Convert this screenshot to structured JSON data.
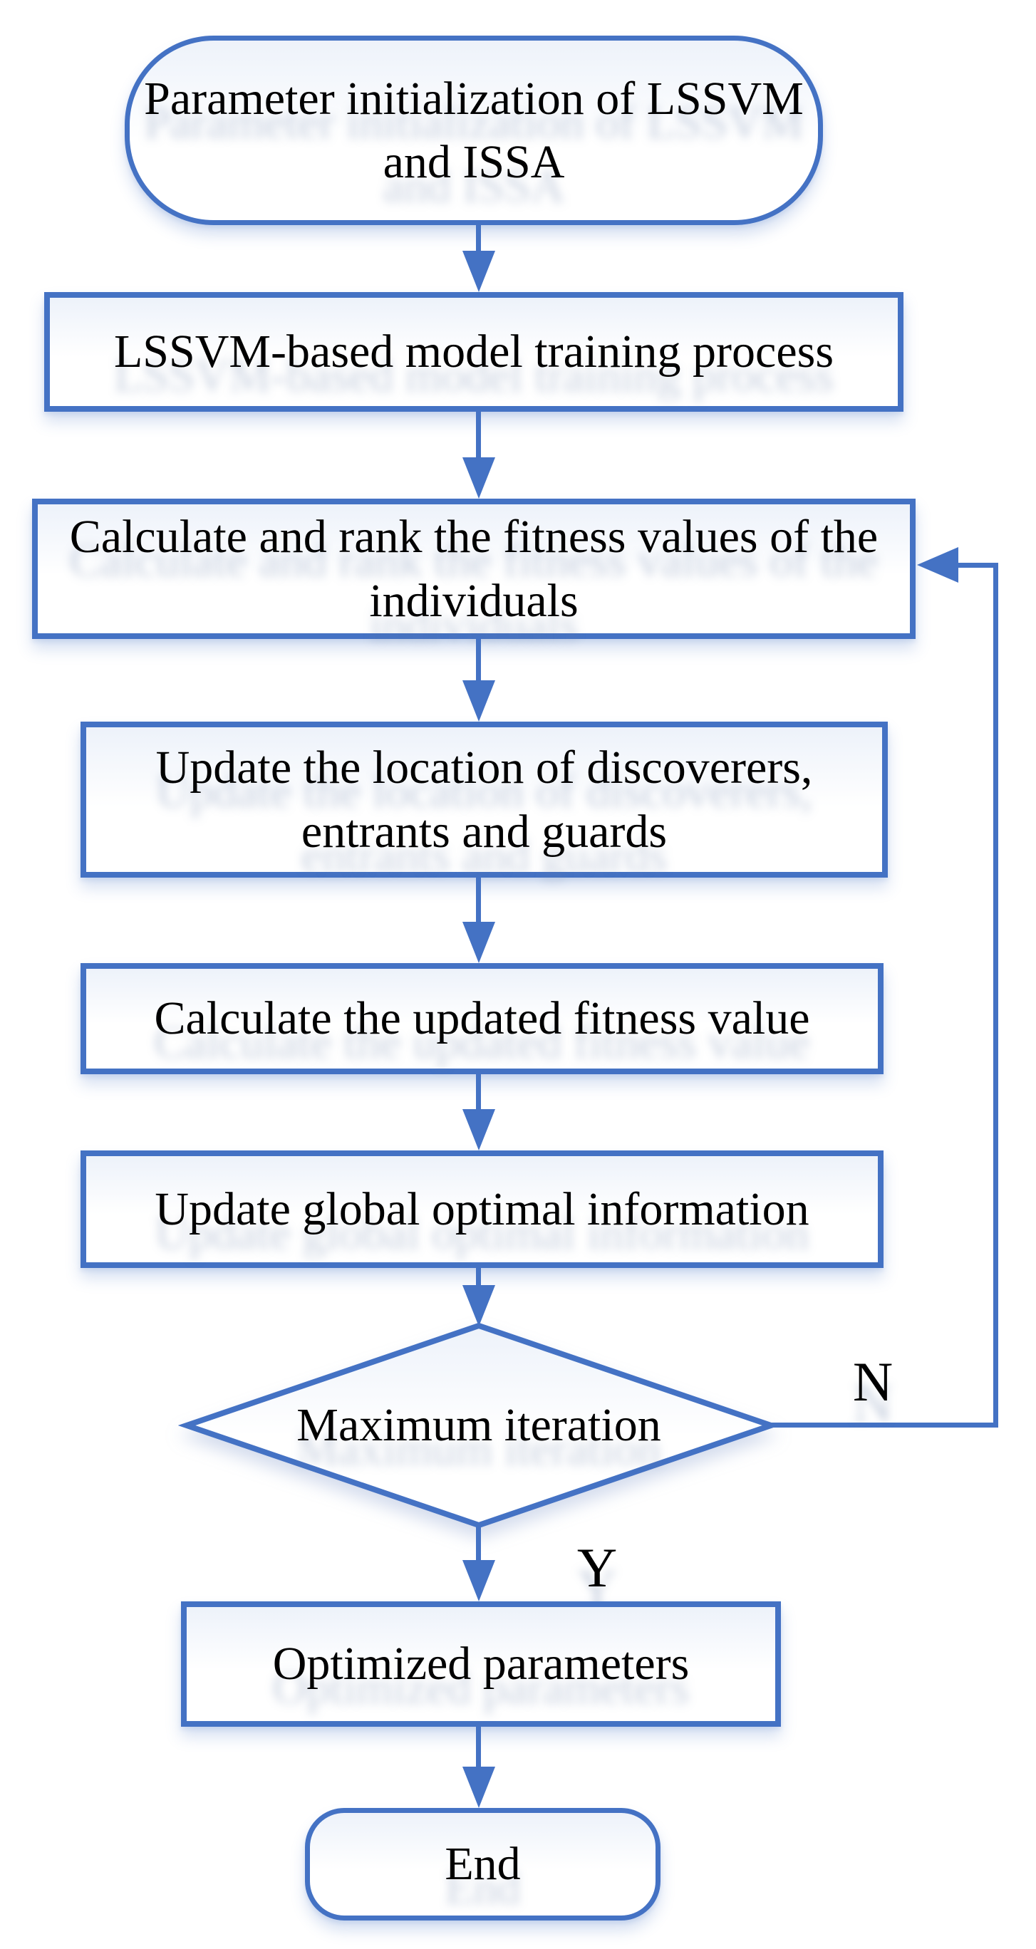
{
  "diagram": {
    "type": "flowchart",
    "colors": {
      "accent": "#4472C4",
      "text": "#000000",
      "background": "#FFFFFF"
    },
    "nodes": [
      {
        "id": "start",
        "type": "terminal",
        "label": "Parameter initialization of LSSVM and ISSA"
      },
      {
        "id": "training",
        "type": "process",
        "label": "LSSVM-based model training process"
      },
      {
        "id": "rank-fitness",
        "type": "process",
        "label": "Calculate and rank the fitness values of the individuals"
      },
      {
        "id": "update-location",
        "type": "process",
        "label": "Update the location of discoverers, entrants and guards"
      },
      {
        "id": "updated-fitness",
        "type": "process",
        "label": "Calculate the updated fitness value"
      },
      {
        "id": "global-optimal",
        "type": "process",
        "label": "Update global optimal information"
      },
      {
        "id": "max-iteration",
        "type": "decision",
        "label": "Maximum iteration"
      },
      {
        "id": "optimized-params",
        "type": "process",
        "label": "Optimized parameters"
      },
      {
        "id": "end",
        "type": "terminal",
        "label": "End"
      }
    ],
    "edges": [
      {
        "from": "start",
        "to": "training"
      },
      {
        "from": "training",
        "to": "rank-fitness"
      },
      {
        "from": "rank-fitness",
        "to": "update-location"
      },
      {
        "from": "update-location",
        "to": "updated-fitness"
      },
      {
        "from": "updated-fitness",
        "to": "global-optimal"
      },
      {
        "from": "global-optimal",
        "to": "max-iteration"
      },
      {
        "from": "max-iteration",
        "to": "rank-fitness",
        "label": "N"
      },
      {
        "from": "max-iteration",
        "to": "optimized-params",
        "label": "Y"
      },
      {
        "from": "optimized-params",
        "to": "end"
      }
    ],
    "edge_labels": {
      "no": "N",
      "yes": "Y"
    }
  }
}
